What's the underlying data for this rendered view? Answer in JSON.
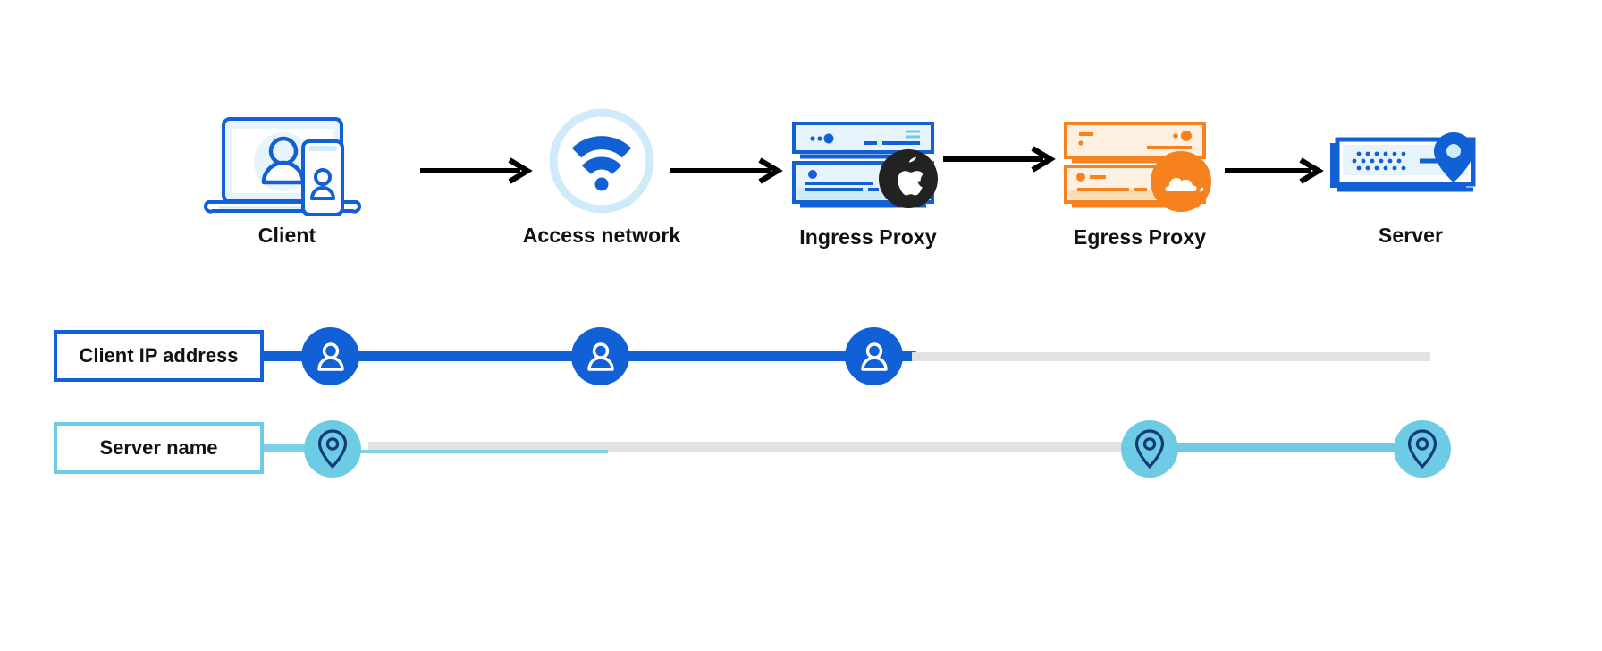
{
  "diagram": {
    "title": "Privacy proxy request path: client IP address and server name visibility",
    "colors": {
      "blue": "#1160d6",
      "blue_strong": "#0f5fd8",
      "blue_light": "#cfeaf8",
      "blue_pale": "#e8f4fb",
      "cyan": "#6ecbe4",
      "cyan_track": "#7fd1e8",
      "navy": "#123a7a",
      "orange": "#f6821f",
      "orange_pale": "#fdf0e0",
      "gray_track": "#e2e2e2",
      "black": "#222222",
      "text": "#111111"
    },
    "pipeline": {
      "nodes": [
        {
          "label": "Client",
          "icon": "laptop-phone-user-icon"
        },
        {
          "label": "Access network",
          "icon": "wifi-icon"
        },
        {
          "label": "Ingress Proxy",
          "icon": "server-stack-blue-icon",
          "badge": "apple-logo-icon"
        },
        {
          "label": "Egress Proxy",
          "icon": "server-stack-orange-icon",
          "badge": "cloudflare-logo-icon"
        },
        {
          "label": "Server",
          "icon": "server-pin-icon"
        }
      ],
      "arrows": [
        {
          "name": "arrow-client-to-access-network"
        },
        {
          "name": "arrow-access-network-to-ingress-proxy"
        },
        {
          "name": "arrow-ingress-proxy-to-egress-proxy"
        },
        {
          "name": "arrow-egress-proxy-to-server"
        }
      ]
    },
    "lanes": [
      {
        "label": "Client IP address",
        "icon": "user-icon",
        "visible_hops": 3,
        "hidden_hops": 0,
        "known_color": "#1160d6",
        "unknown_color": "#e2e2e2"
      },
      {
        "label": "Server name",
        "icon": "map-pin-icon",
        "visible_hops": 3,
        "hidden_hops": 0,
        "known_color": "#6ecbe4",
        "unknown_color": "#e2e2e2"
      }
    ]
  }
}
